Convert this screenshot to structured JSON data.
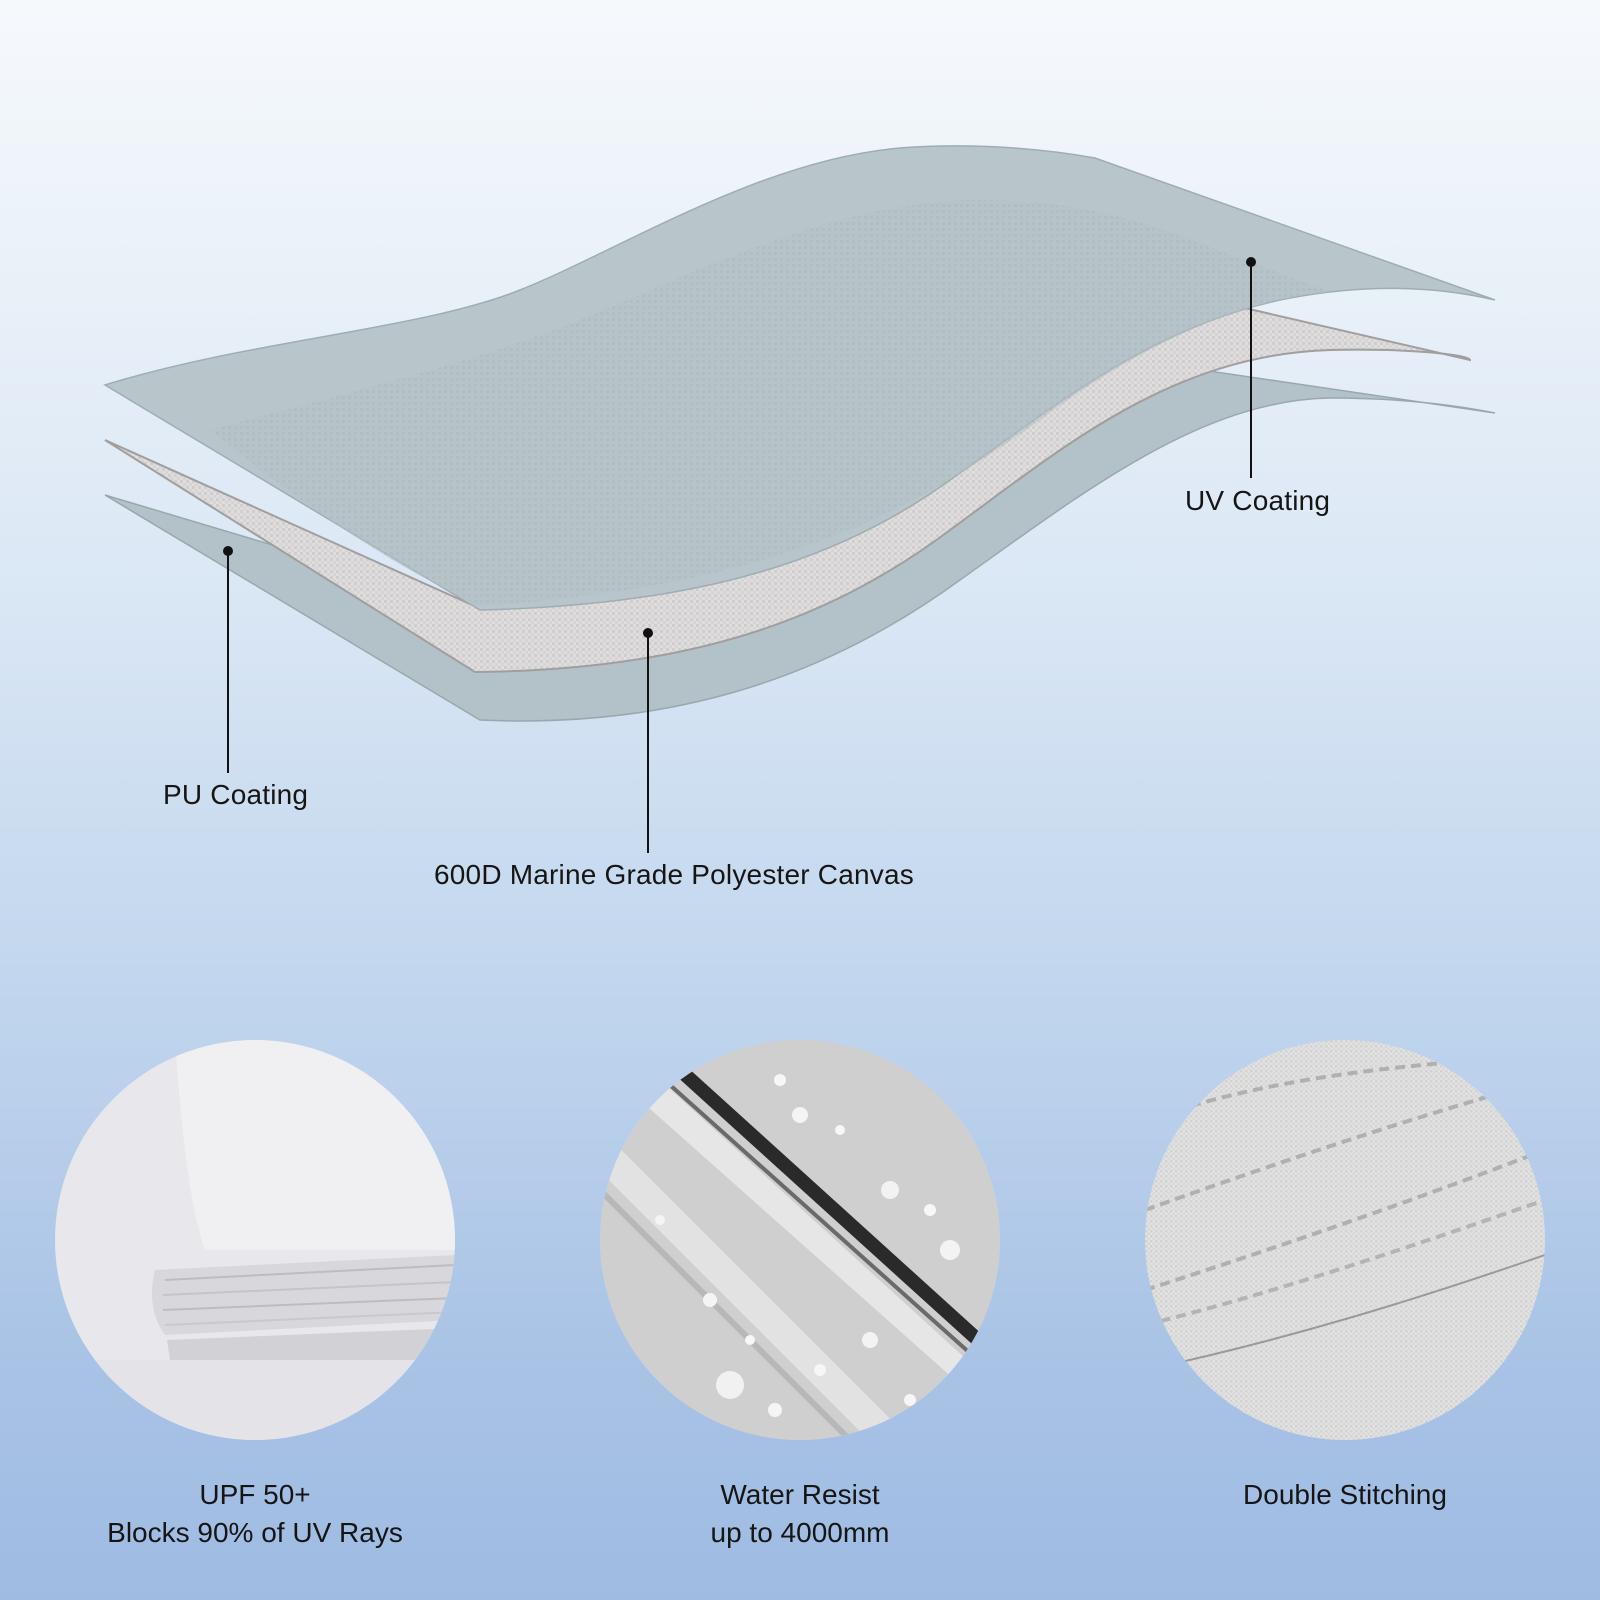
{
  "callouts": {
    "uv_coating": "UV Coating",
    "pu_coating": "PU Coating",
    "canvas": "600D Marine Grade Polyester Canvas"
  },
  "features": [
    {
      "line1": "UPF 50+",
      "line2": "Blocks 90% of UV Rays"
    },
    {
      "line1": "Water Resist",
      "line2": "up to 4000mm"
    },
    {
      "line1": "Double Stitching",
      "line2": ""
    }
  ],
  "colors": {
    "coating_layer": "#b6c4ca",
    "canvas_layer": "#dedcdc",
    "background_top": "#f6f9fc",
    "background_bottom": "#9fbbe2"
  }
}
